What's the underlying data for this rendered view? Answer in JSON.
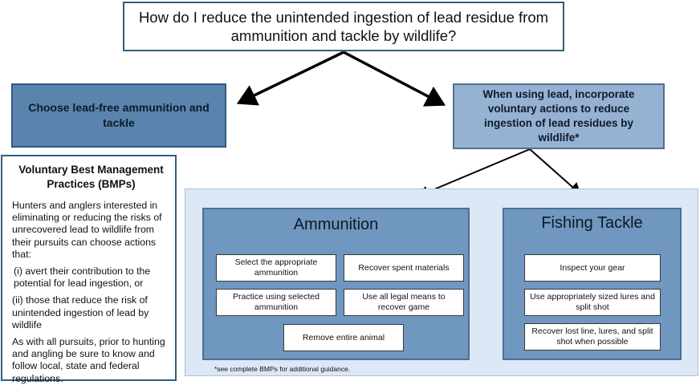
{
  "question": "How do I reduce the unintended ingestion of lead residue from ammunition and tackle by wildlife?",
  "option_leadfree": "Choose lead-free ammunition and tackle",
  "option_lead": "When using lead, incorporate voluntary actions to reduce ingestion of lead residues by wildlife*",
  "bmp": {
    "title": "Voluntary Best Management Practices (BMPs)",
    "intro": "Hunters and anglers interested in eliminating or reducing the risks of unrecovered lead to wildlife from their pursuits can choose actions that:",
    "point1": "(i) avert their contribution to the potential for lead ingestion, or",
    "point2": "(ii) those that reduce the risk of unintended ingestion of lead by wildlife",
    "closing": "As with all pursuits, prior to hunting and angling be sure to know and follow local, state and federal regulations."
  },
  "ammunition": {
    "title": "Ammunition",
    "items": [
      "Select the appropriate ammunition",
      "Recover spent materials",
      "Practice using selected ammunition",
      "Use all legal means to recover game",
      "Remove entire animal"
    ]
  },
  "tackle": {
    "title": "Fishing Tackle",
    "items": [
      "Inspect your gear",
      "Use appropriately sized lures and split shot",
      "Recover lost line, lures, and split shot when possible"
    ]
  },
  "footnote": "*see complete BMPs for additional guidance."
}
